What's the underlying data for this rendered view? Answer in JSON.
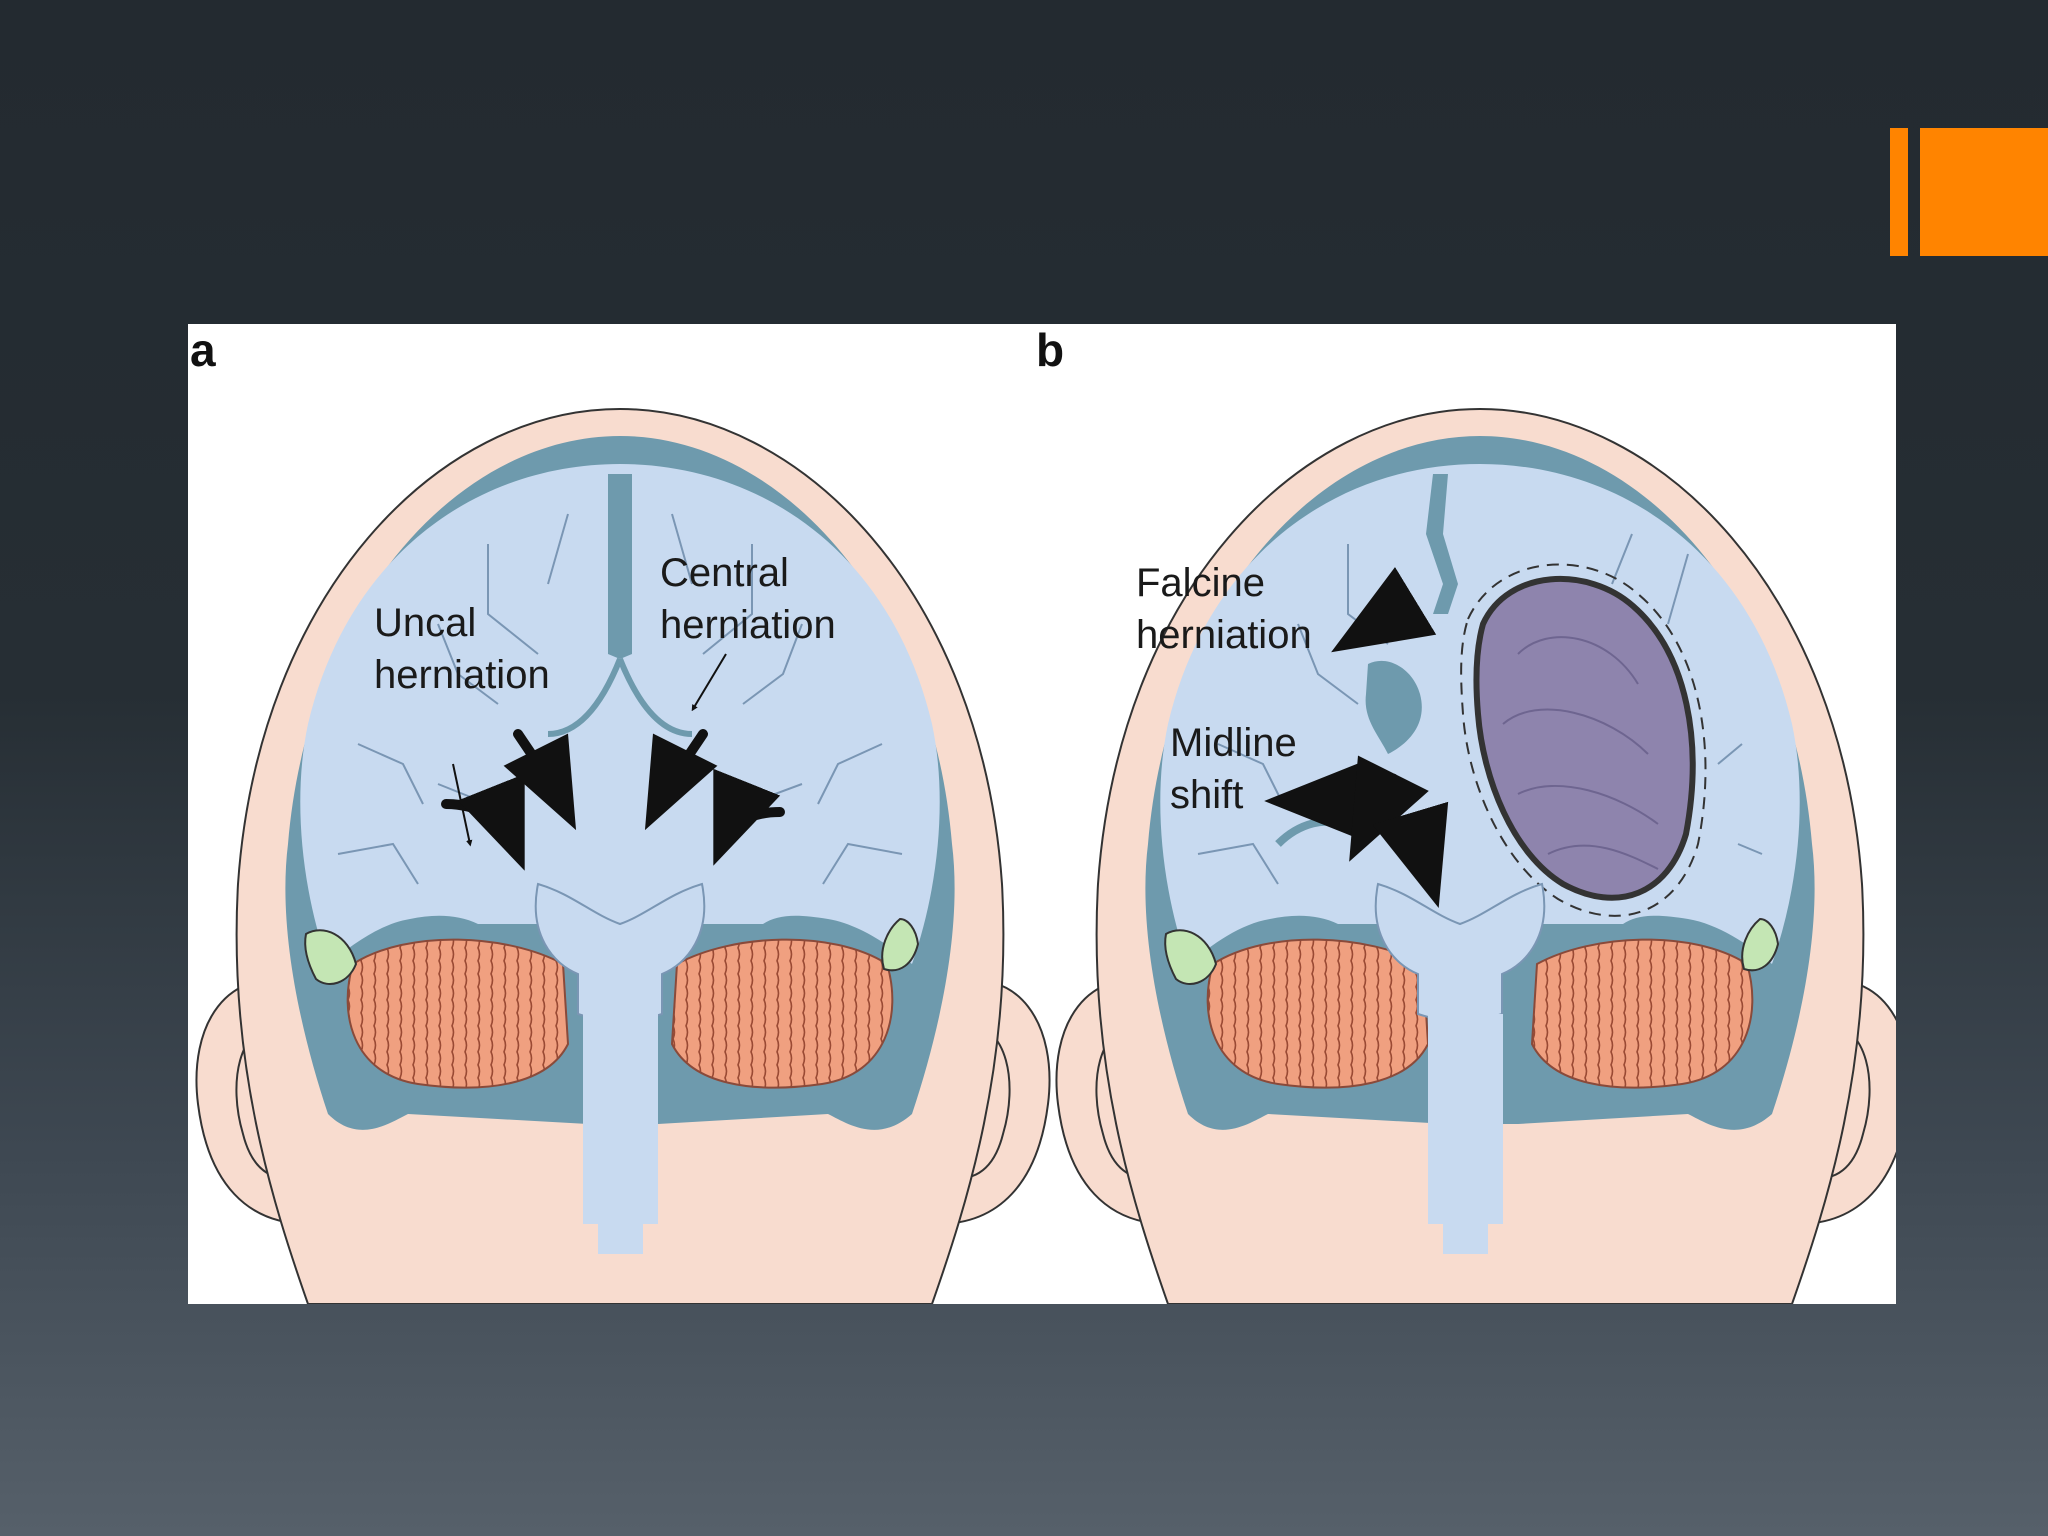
{
  "slide": {
    "accent_color": "#ff8400",
    "background_top": "#232a30",
    "background_bottom": "#56606a"
  },
  "figure": {
    "panel_a": {
      "letter": "a",
      "labels": {
        "uncal_line1": "Uncal",
        "uncal_line2": "herniation",
        "central_line1": "Central",
        "central_line2": "herniation"
      }
    },
    "panel_b": {
      "letter": "b",
      "labels": {
        "falcine_line1": "Falcine",
        "falcine_line2": "herniation",
        "midline_line1": "Midline",
        "midline_line2": "shift"
      }
    },
    "colors": {
      "skin": "#f8dccf",
      "dura": "#6e9aad",
      "brain": "#c8daf0",
      "cerebellum": "#f0a080",
      "hematoma": "#8e84ad",
      "sinus": "#c4e6b4",
      "arrow": "#111111"
    }
  }
}
